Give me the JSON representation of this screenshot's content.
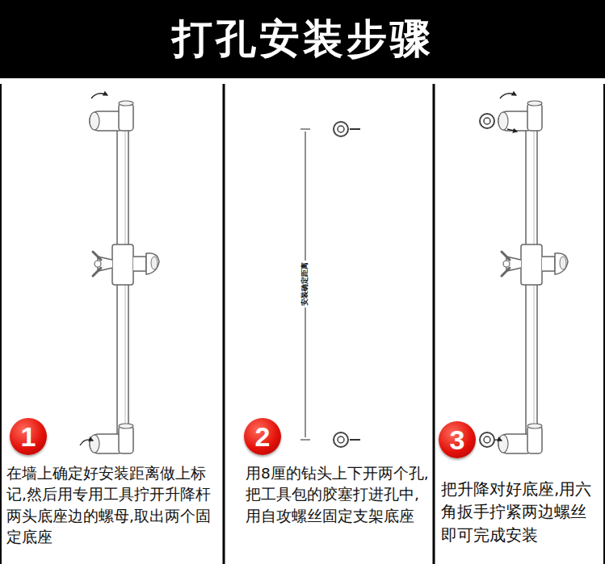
{
  "diagram": {
    "title": "打孔安装步骤",
    "nodes": [
      {
        "text": [
          "1"
        ]
      },
      {
        "text": [
          "2"
        ]
      },
      {
        "text": [
          "3"
        ]
      }
    ],
    "labels": [
      "在墙上确定好安装距离做上标记,然后用专用工具拧开升降杆两头底座边的螺母,取出两个固定底座",
      "安装确定距离",
      "用8厘的钻头上下开两个孔,把工具包的胶塞打进孔中,用自攻螺丝固定支架底座",
      "把升降对好底座,用六角扳手拧紧两边螺丝即可完成安装"
    ]
  }
}
